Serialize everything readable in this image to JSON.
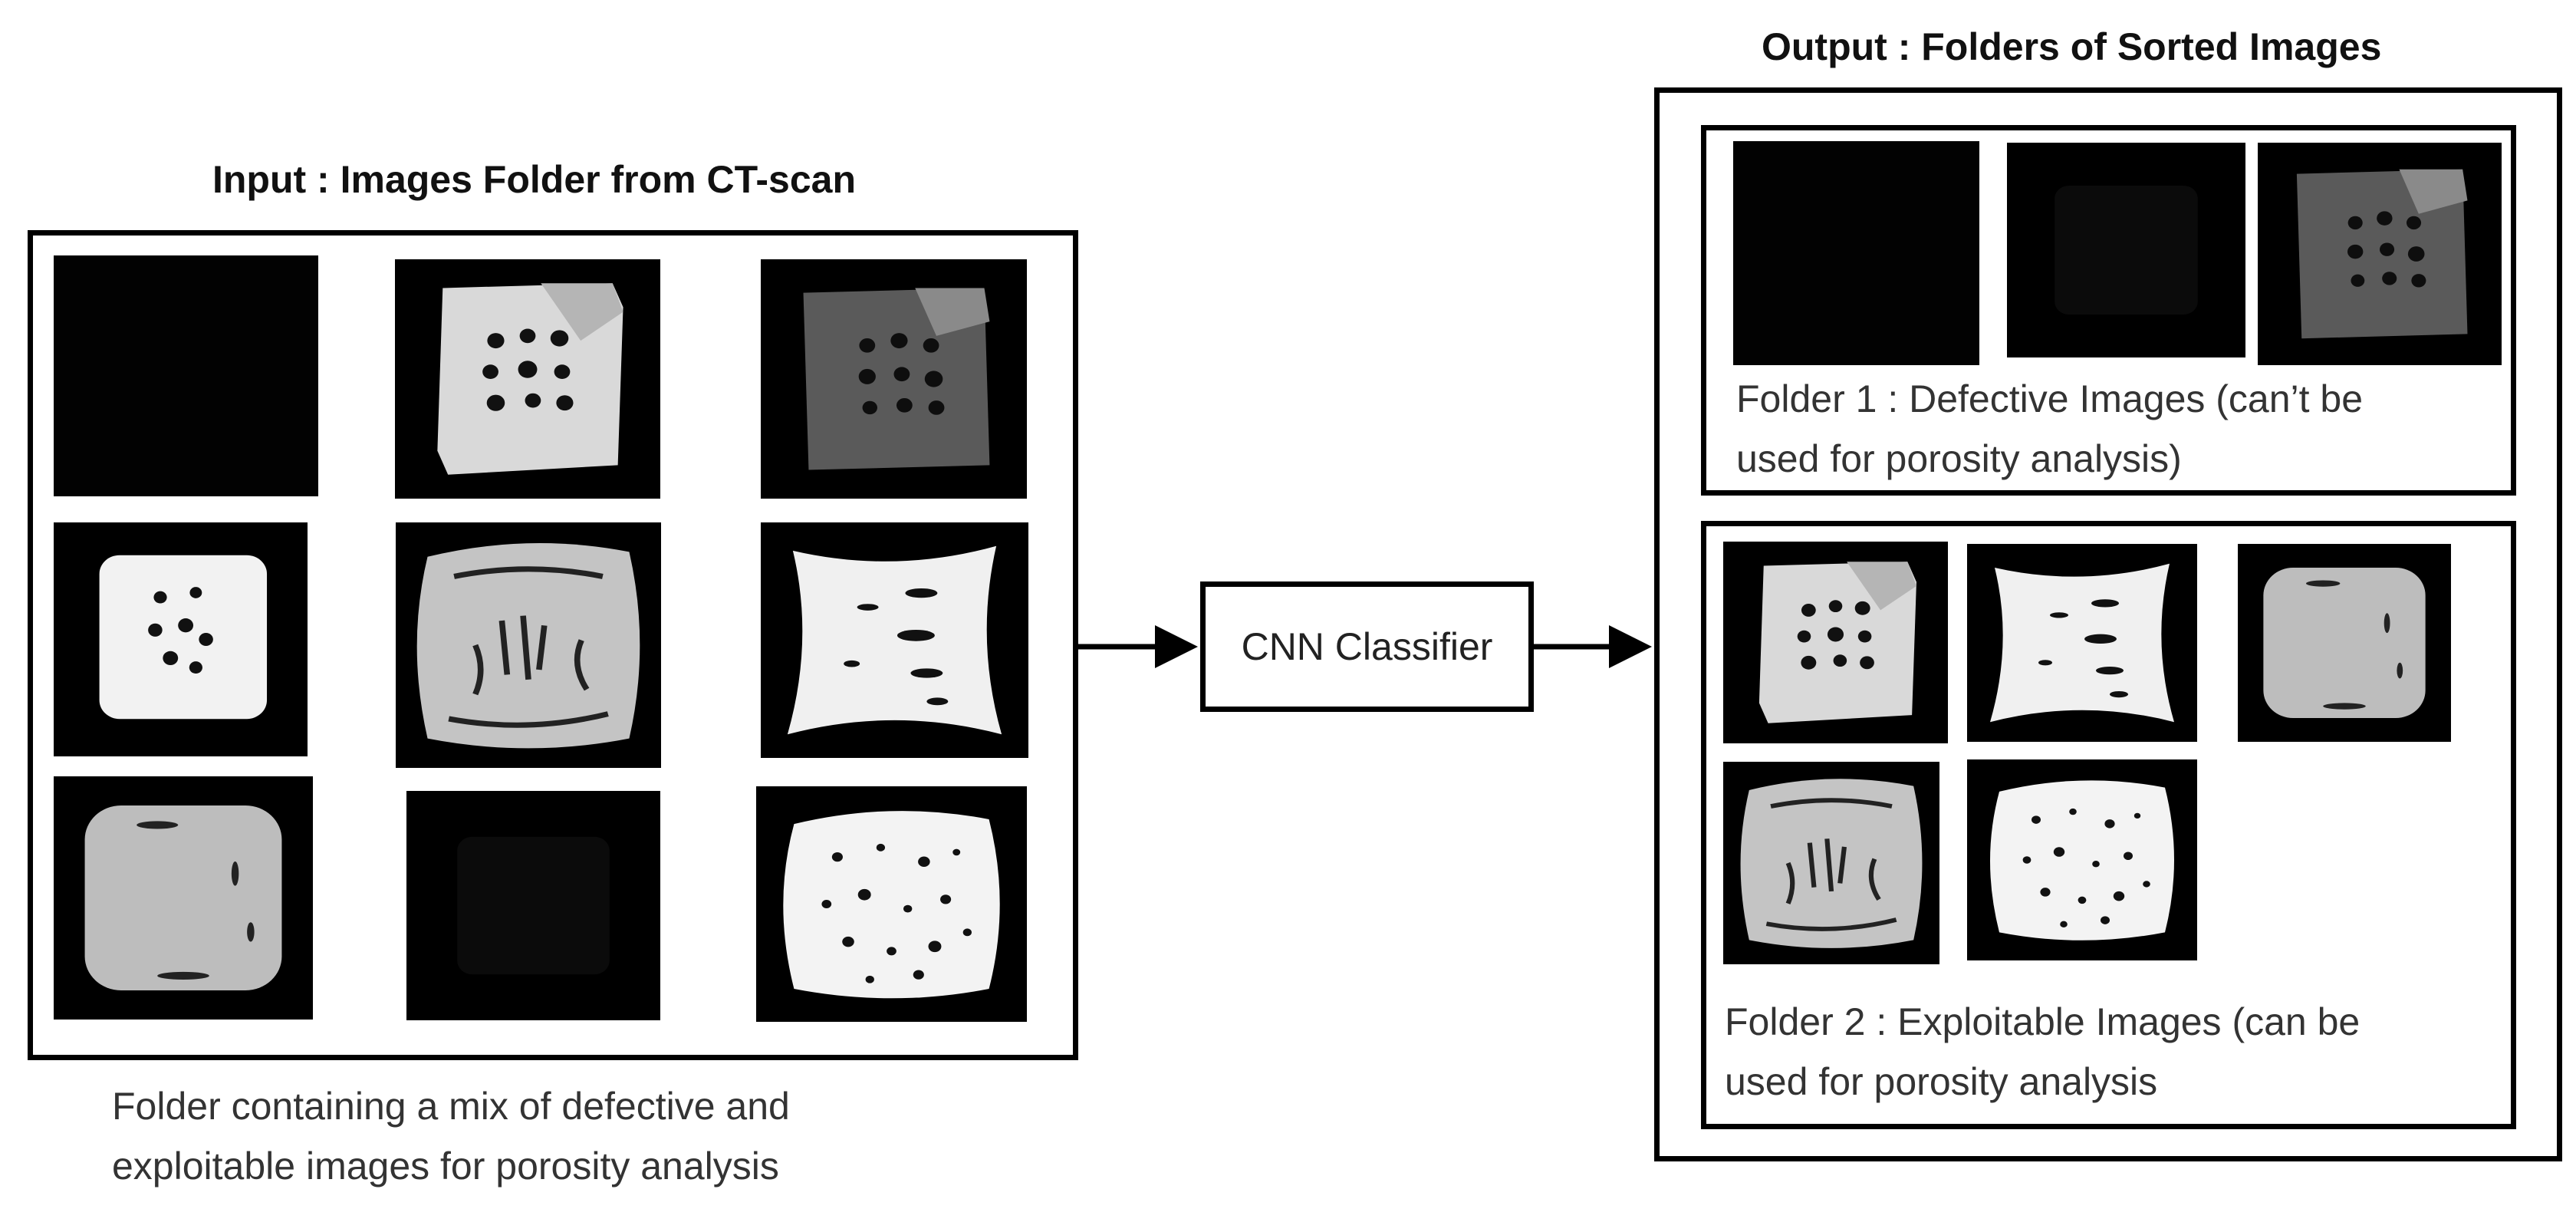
{
  "input": {
    "title": "Input : Images Folder from CT-scan",
    "caption_line1": "Folder containing a mix of defective and",
    "caption_line2": "exploitable images for porosity analysis"
  },
  "classifier": {
    "label": "CNN Classifier"
  },
  "output": {
    "title": "Output : Folders of Sorted Images",
    "folder1": {
      "caption_line1": "Folder 1 : Defective Images (can’t be",
      "caption_line2": "used for porosity analysis)"
    },
    "folder2": {
      "caption_line1": "Folder 2 : Exploitable Images (can be",
      "caption_line2": "used for porosity analysis"
    }
  },
  "colors": {
    "background": "#ffffff",
    "border": "#000000",
    "image_bg": "#000000"
  }
}
